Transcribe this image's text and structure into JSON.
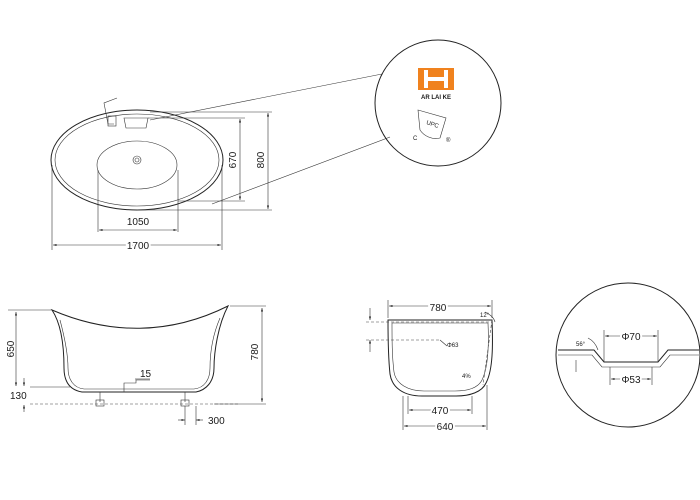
{
  "top_view": {
    "length": "1700",
    "inner_length": "1050",
    "width": "800",
    "inner_width": "670"
  },
  "logo": {
    "brand": "AR LAI KE",
    "cert": "UPC",
    "c_mark": "C",
    "r_mark": "®",
    "brand_color": "#f0821e"
  },
  "side_view": {
    "total_height": "780",
    "tub_height": "650",
    "leg_height": "130",
    "drain_offset": "15",
    "foot_spacing": "300"
  },
  "section_view": {
    "top_width": "780",
    "base_width": "640",
    "inner_base": "470",
    "angle": "12°",
    "drain": "Φ63",
    "slope": "4%"
  },
  "drain_detail": {
    "outer_dia": "Φ70",
    "inner_dia": "Φ53",
    "angle": "56°"
  }
}
